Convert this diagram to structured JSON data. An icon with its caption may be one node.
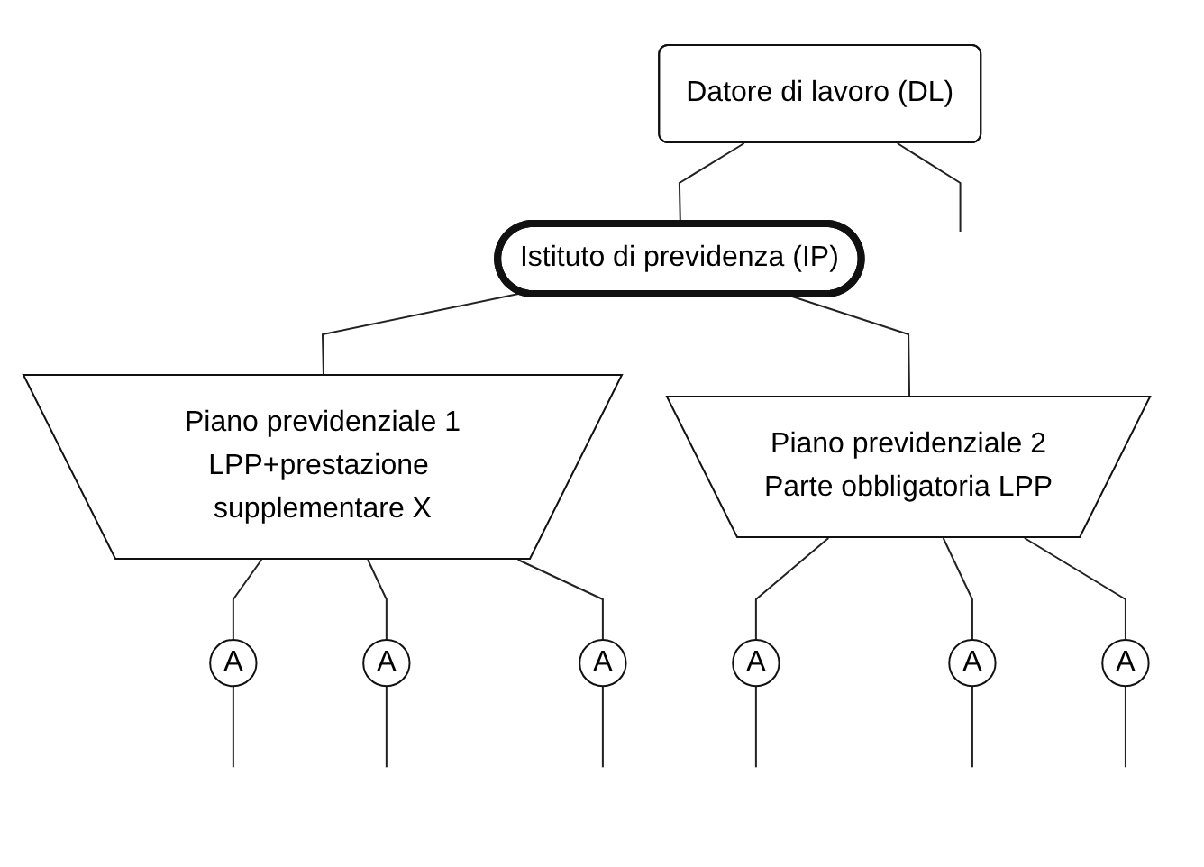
{
  "diagram": {
    "nodes": [
      {
        "text": [
          "Datore di lavoro (DL)"
        ]
      },
      {
        "text": [
          "Istituto di previdenza (IP)"
        ]
      },
      {
        "text": [
          "Piano previdenziale 1",
          "LPP+prestazione supplementare X"
        ]
      },
      {
        "text": [
          "Piano previdenziale 2",
          "Parte obbligatoria LPP"
        ]
      },
      {
        "text": [
          "A"
        ]
      },
      {
        "text": [
          "A"
        ]
      },
      {
        "text": [
          "A"
        ]
      },
      {
        "text": [
          "A"
        ]
      },
      {
        "text": [
          "A"
        ]
      },
      {
        "text": [
          "A"
        ]
      }
    ],
    "edges": [
      {
        "from": 0,
        "to": 1,
        "arrow": "none"
      },
      {
        "from": 0,
        "to": null,
        "arrow": "none"
      },
      {
        "from": 1,
        "to": 2,
        "arrow": "none"
      },
      {
        "from": 1,
        "to": 3,
        "arrow": "none"
      },
      {
        "from": 2,
        "to": 4,
        "arrow": "none"
      },
      {
        "from": 2,
        "to": 5,
        "arrow": "none"
      },
      {
        "from": 2,
        "to": 6,
        "arrow": "none"
      },
      {
        "from": 3,
        "to": 7,
        "arrow": "none"
      },
      {
        "from": 3,
        "to": 8,
        "arrow": "none"
      },
      {
        "from": 3,
        "to": 9,
        "arrow": "none"
      },
      {
        "from": 4,
        "to": null,
        "arrow": "none"
      },
      {
        "from": 5,
        "to": null,
        "arrow": "none"
      },
      {
        "from": 6,
        "to": null,
        "arrow": "none"
      },
      {
        "from": 7,
        "to": null,
        "arrow": "none"
      },
      {
        "from": 8,
        "to": null,
        "arrow": "none"
      },
      {
        "from": 9,
        "to": null,
        "arrow": "none"
      }
    ]
  }
}
